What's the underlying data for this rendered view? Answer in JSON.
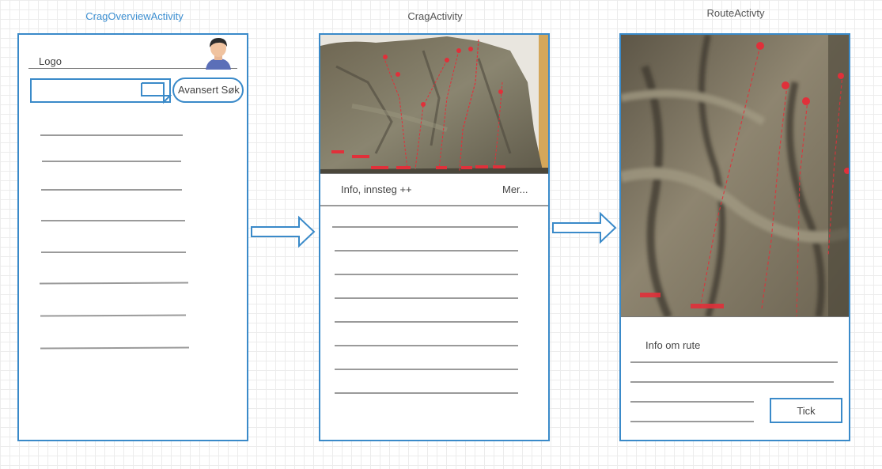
{
  "screens": {
    "overview": {
      "title": "CragOverviewActivity",
      "logo": "Logo",
      "advanced_search": "Avansert Søk"
    },
    "crag": {
      "title": "CragActivity",
      "info_label": "Info, innsteg ++",
      "more_label": "Mer..."
    },
    "route": {
      "title": "RouteActivty",
      "info_label": "Info om rute",
      "tick_label": "Tick"
    }
  },
  "icons": [
    "avatar-icon",
    "speech-bubble-icon",
    "arrow-right-icon"
  ],
  "colors": {
    "accent": "#3a8ac9",
    "title_accent": "#3d8fd1",
    "route_marker": "#e0303a"
  }
}
